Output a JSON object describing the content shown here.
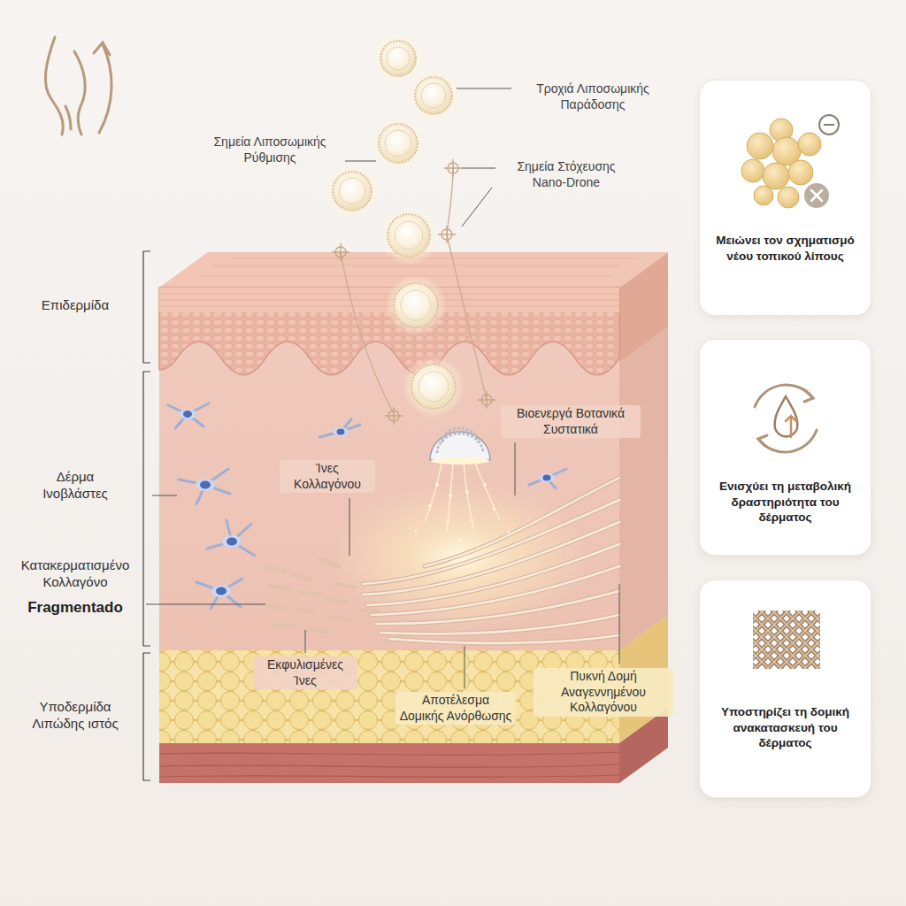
{
  "diagram": {
    "nodes": [
      {
        "text": [
          "Μειώνει τον σχηματισμό νέου τοπικού λίπους"
        ]
      },
      {
        "text": [
          "Ενισχύει τη μεταβολική δραστηριότητα του δέρματος"
        ]
      },
      {
        "text": [
          "Υποστηρίζει τη δομική ανακατασκευή του δέρματος"
        ]
      }
    ],
    "labels": [
      "Τροχιά Λιποσωμικής Παράδοσης",
      "Σημεία Λιποσωμικής Ρύθμισης",
      "Σημεία Στόχευσης Nano-Drone",
      "Επιδερμίδα",
      "Βιοενεργά Βοτανικά Συστατικά",
      "Δέρμα Ινοβλάστες",
      "Ίνες Κολλαγόνου",
      "Κατακερματισμένο Κολλαγόνο",
      "Fragmentado",
      "Εκφυλισμένες Ίνες",
      "Πυκνή Δομή Αναγεννημένου Κολλαγόνου",
      "Αποτέλεσμα Δομικής Ανόρθωσης",
      "Υποδερμίδα Λιπώδης ιστός"
    ]
  }
}
